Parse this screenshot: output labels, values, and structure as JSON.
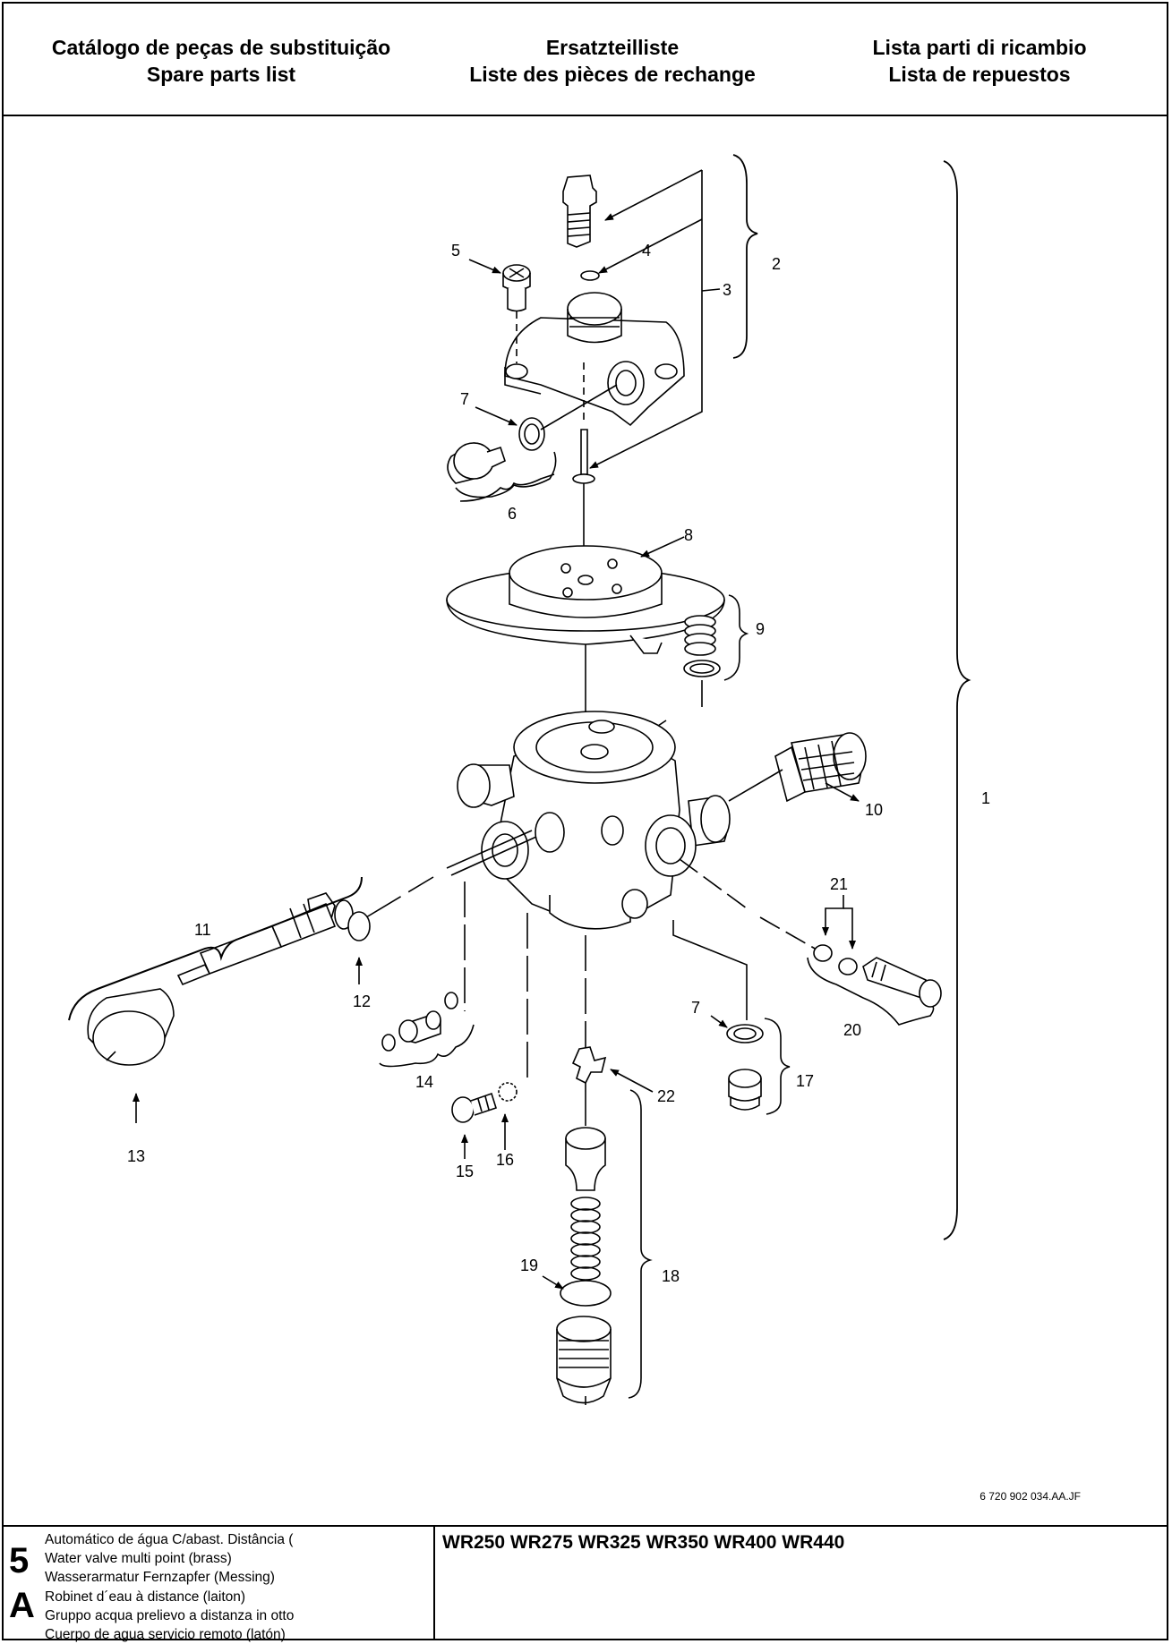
{
  "header": {
    "col1_line1": "Catálogo de peças de substituição",
    "col1_line2": "Spare parts list",
    "col2_line1": "Ersatzteilliste",
    "col2_line2": "Liste des pièces de rechange",
    "col3_line1": "Lista parti di ricambio",
    "col3_line2": "Lista de repuestos"
  },
  "diagram": {
    "callouts": [
      "1",
      "2",
      "3",
      "4",
      "5",
      "6",
      "7",
      "8",
      "9",
      "10",
      "11",
      "12",
      "13",
      "14",
      "15",
      "16",
      "17",
      "18",
      "19",
      "20",
      "21",
      "22",
      "7"
    ],
    "doc_ref": "6 720 902 034.AA.JF"
  },
  "footer": {
    "section_number": "5",
    "section_letter": "A",
    "descriptions": [
      "Automático de água C/abast. Distância (",
      "Water valve multi point (brass)",
      "Wasserarmatur Fernzapfer (Messing)",
      "Robinet d´eau à distance (laiton)",
      "Gruppo acqua prelievo a distanza in otto",
      "Cuerpo de agua servicio remoto (latón)"
    ],
    "models": "WR250 WR275 WR325 WR350 WR400 WR440"
  }
}
